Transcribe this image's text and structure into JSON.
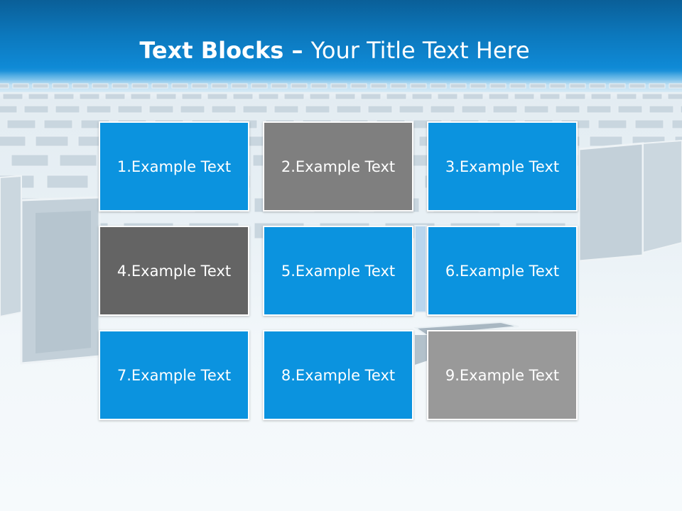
{
  "title": {
    "bold": "Text Blocks",
    "dash": " – ",
    "rest": "Your Title Text Here"
  },
  "colors": {
    "blue": "#0b93df",
    "gray": "#7f7f7f",
    "dark_gray": "#646464",
    "light_gray": "#999999"
  },
  "blocks": [
    {
      "label": "1.Example Text",
      "color": "#0b93df"
    },
    {
      "label": "2.Example Text",
      "color": "#7f7f7f"
    },
    {
      "label": "3.Example Text",
      "color": "#0b93df"
    },
    {
      "label": "4.Example Text",
      "color": "#646464"
    },
    {
      "label": "5.Example Text",
      "color": "#0b93df"
    },
    {
      "label": "6.Example Text",
      "color": "#0b93df"
    },
    {
      "label": "7.Example Text",
      "color": "#0b93df"
    },
    {
      "label": "8.Example Text",
      "color": "#0b93df"
    },
    {
      "label": "9.Example Text",
      "color": "#999999"
    }
  ]
}
